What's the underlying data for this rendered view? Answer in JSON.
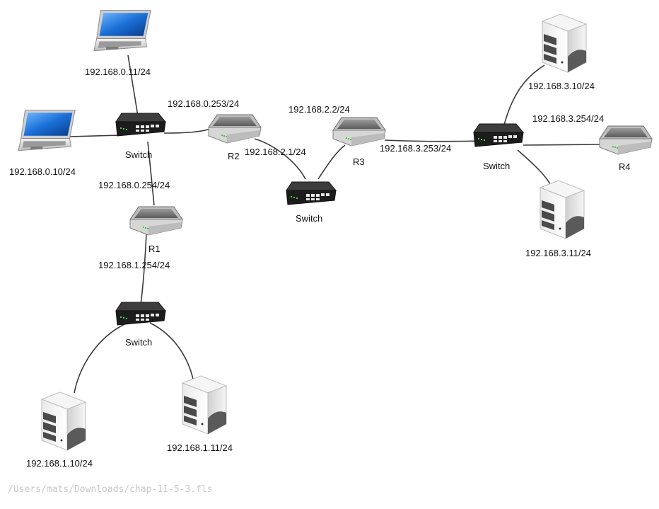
{
  "labels": {
    "laptop_top": "192.168.0.11/24",
    "laptop_left": "192.168.0.10/24",
    "switch_a": "Switch",
    "r2_left_ip": "192.168.0.253/24",
    "r2": "R2",
    "r2_right_ip": "192.168.2.1/24",
    "switch_a_down_ip": "192.168.0.254/24",
    "r1": "R1",
    "r1_down_ip": "192.168.1.254/24",
    "switch_b": "Switch",
    "switch_c": "Switch",
    "r3_ip_left": "192.168.2.2/24",
    "r3": "R3",
    "r3_ip_right": "192.168.3.253/24",
    "switch_d": "Switch",
    "r4_ip": "192.168.3.254/24",
    "r4": "R4",
    "server_top_ip": "192.168.3.10/24",
    "server_mid_ip": "192.168.3.11/24",
    "server_1_10_ip": "192.168.1.10/24",
    "server_1_11_ip": "192.168.1.11/24"
  },
  "file_path": "/Users/mats/Downloads/chap-11-5-3.fls",
  "colors": {
    "link": "#3a3a3a",
    "screen": "#1a6fd6",
    "label": "#111111",
    "path": "#c8c8c8"
  }
}
